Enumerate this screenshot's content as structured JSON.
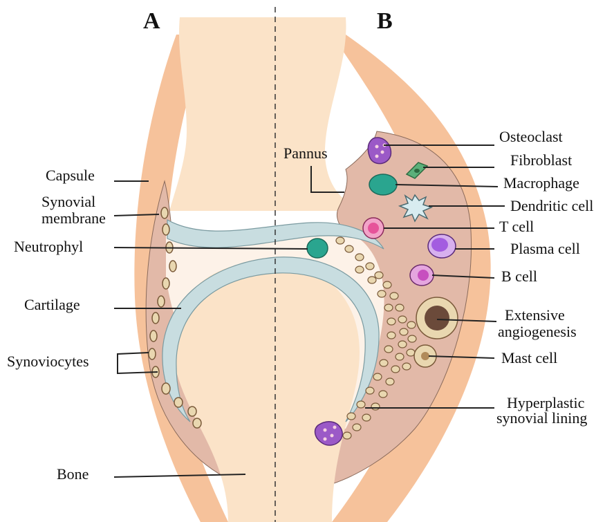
{
  "panels": {
    "left": "A",
    "right": "B"
  },
  "labels": {
    "capsule": "Capsule",
    "synovial_membrane_1": "Synovial",
    "synovial_membrane_2": "membrane",
    "neutrophyl": "Neutrophyl",
    "cartilage": "Cartilage",
    "synoviocytes": "Synoviocytes",
    "bone": "Bone",
    "pannus": "Pannus",
    "osteoclast": "Osteoclast",
    "fibroblast": "Fibroblast",
    "macrophage": "Macrophage",
    "dendritic_cell": "Dendritic cell",
    "t_cell": "T cell",
    "plasma_cell": "Plasma cell",
    "b_cell": "B cell",
    "angiogenesis_1": "Extensive",
    "angiogenesis_2": "angiogenesis",
    "mast_cell": "Mast cell",
    "hyperplastic_1": "Hyperplastic",
    "hyperplastic_2": "synovial lining"
  },
  "colors": {
    "capsule": "#f6c29b",
    "bone": "#fbe3c8",
    "synovium": "#e2b9a8",
    "cartilage": "#c8dde0",
    "joint_space": "#fdf2e8",
    "outline": "#555555",
    "osteoclast": "#9b59c7",
    "fibroblast": "#5bb07a",
    "macrophage": "#2aa58f",
    "dendritic": "#d8ecf0",
    "t_cell": "#e6539a",
    "plasma_cell": "#a35ce0",
    "b_cell": "#c74fbf",
    "vessel": "#6b4a3a",
    "lining_cell": "#e9d7b0"
  }
}
